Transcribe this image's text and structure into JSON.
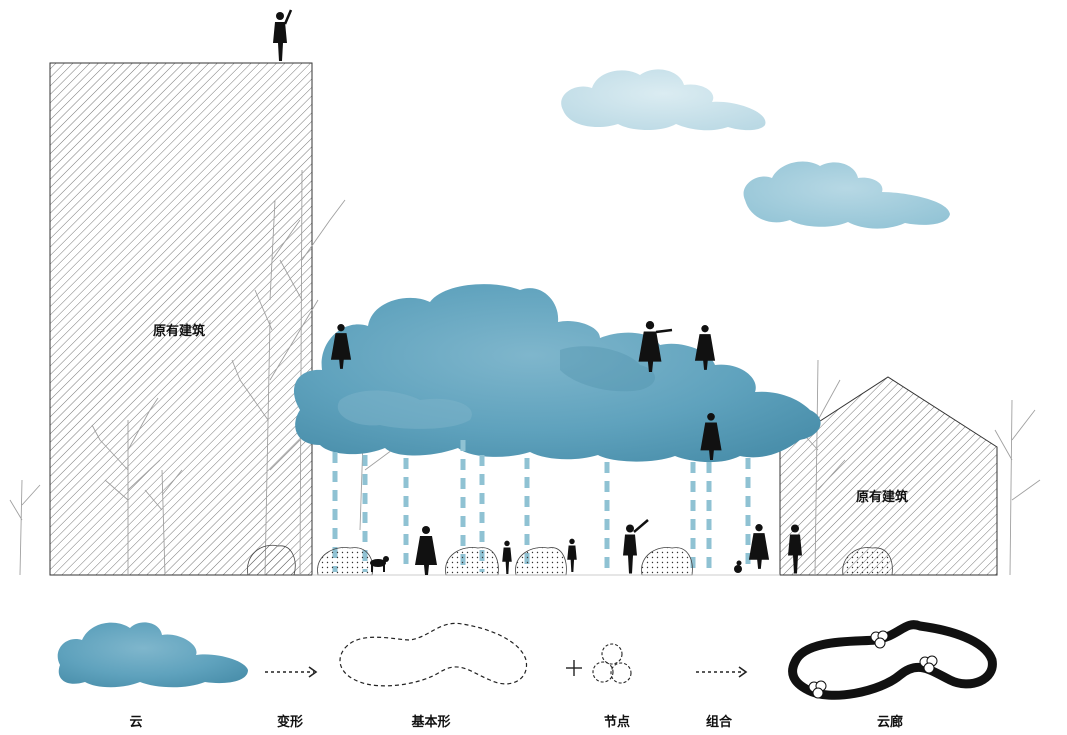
{
  "buildings": {
    "left_label": "原有建筑",
    "right_label": "原有建筑"
  },
  "steps": {
    "cloud": "云",
    "transform": "变形",
    "basic_shape": "基本形",
    "node": "节点",
    "combine": "组合",
    "cloud_corridor": "云廊"
  },
  "colors": {
    "cloud": "#5fa2bd",
    "cloud_light": "#bfdbe6",
    "rain": "#8fc2d3",
    "ink": "#111111",
    "hatch": "#444444",
    "tree": "#9a9a9a"
  },
  "icons": [
    "cloud-icon",
    "arrow-right-icon",
    "plus-icon",
    "node-icon",
    "corridor-icon",
    "person-icon",
    "dog-icon",
    "cat-icon",
    "tree-icon"
  ]
}
